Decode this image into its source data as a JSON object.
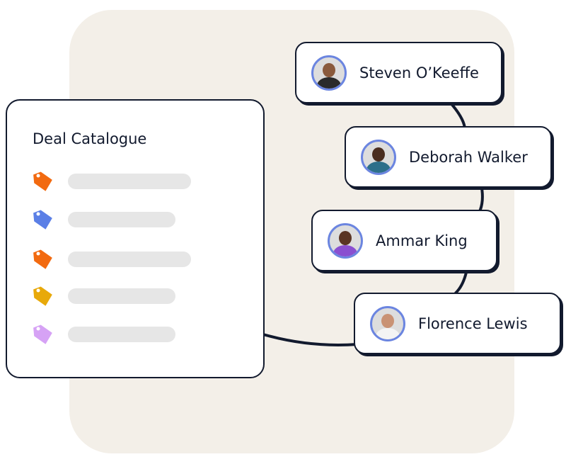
{
  "catalogue": {
    "title": "Deal Catalogue",
    "items": [
      {
        "tag_color": "#f26a10"
      },
      {
        "tag_color": "#5b7fe6"
      },
      {
        "tag_color": "#f26a10"
      },
      {
        "tag_color": "#e8a90a"
      },
      {
        "tag_color": "#d6a2f5"
      }
    ]
  },
  "people": [
    {
      "name": "Steven O’Keeffe"
    },
    {
      "name": "Deborah Walker"
    },
    {
      "name": "Ammar King"
    },
    {
      "name": "Florence Lewis"
    }
  ],
  "colors": {
    "background": "#f3efe8",
    "ink": "#121a2e",
    "avatar_ring": "#6b85e0",
    "placeholder": "#e6e6e6"
  }
}
